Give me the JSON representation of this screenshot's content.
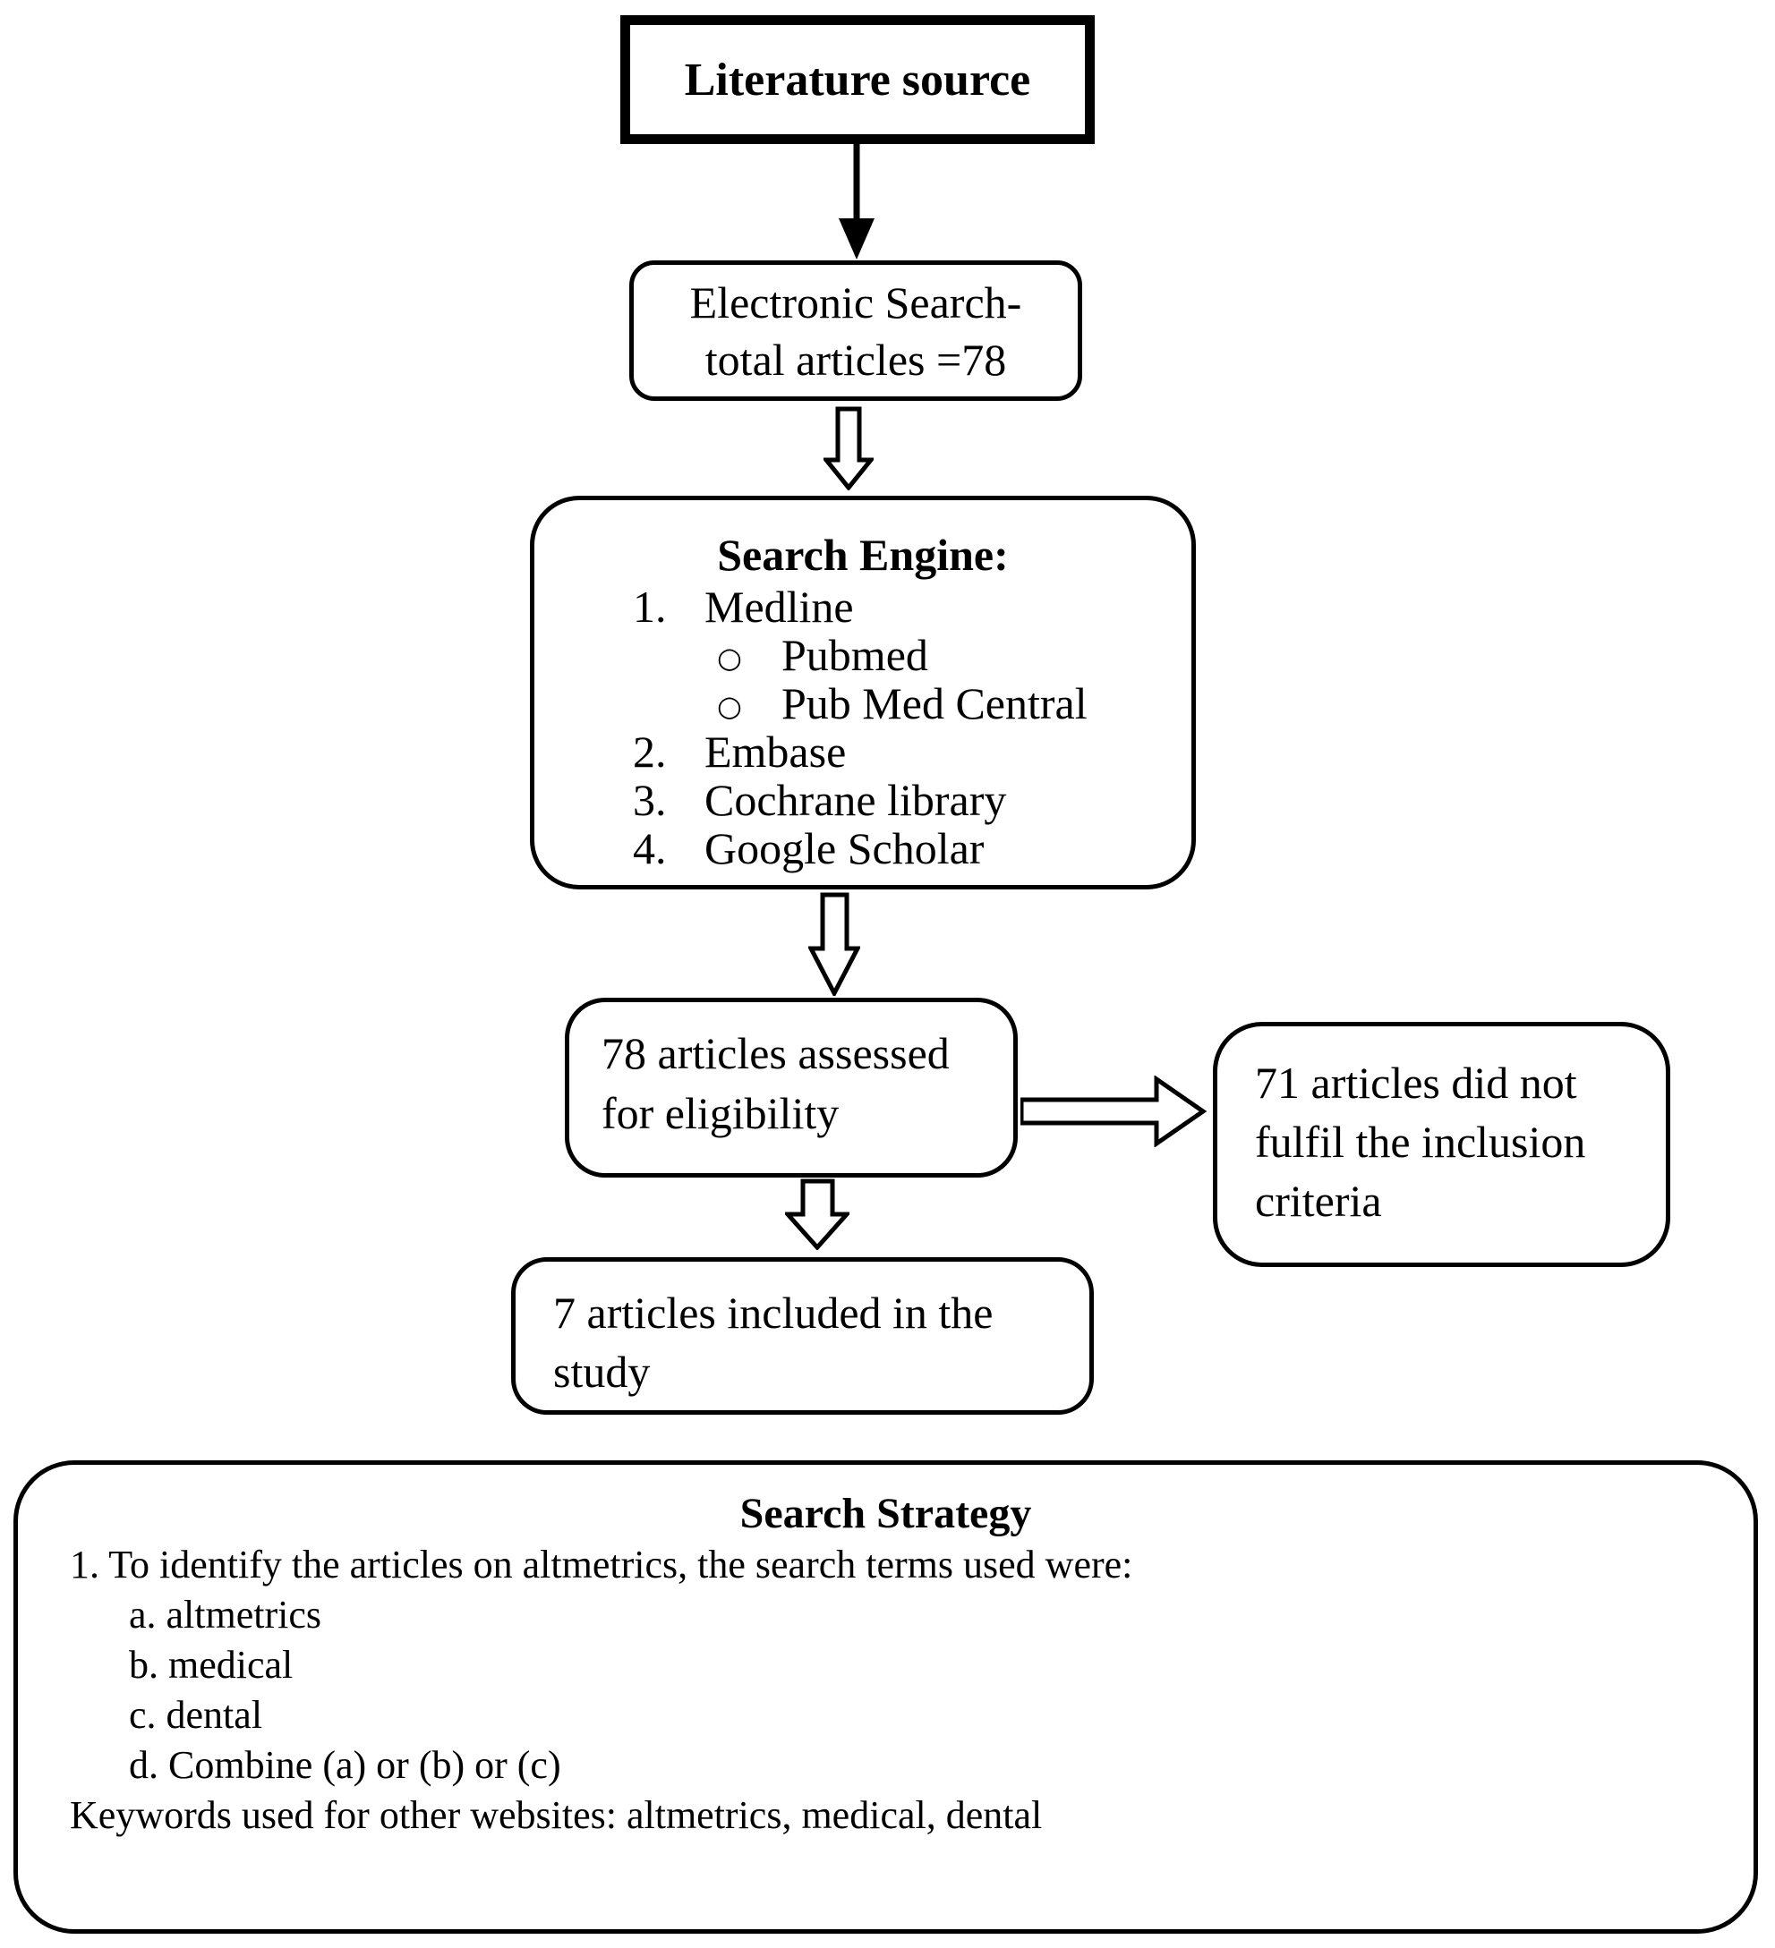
{
  "colors": {
    "ink": "#000000",
    "background": "#ffffff"
  },
  "diagram": {
    "literature_source": {
      "label": "Literature source"
    },
    "electronic_search": {
      "lines": [
        "Electronic Search-",
        "total articles =78"
      ]
    },
    "search_engine": {
      "title": "Search Engine:",
      "items": [
        {
          "marker": "1.",
          "label": "Medline"
        },
        {
          "marker": "○",
          "label": "Pubmed"
        },
        {
          "marker": "○",
          "label": "Pub Med Central"
        },
        {
          "marker": "2.",
          "label": "Embase"
        },
        {
          "marker": "3.",
          "label": "Cochrane library"
        },
        {
          "marker": "4.",
          "label": "Google Scholar"
        }
      ]
    },
    "assessed": {
      "lines": [
        "78 articles assessed",
        "for eligibility"
      ]
    },
    "excluded": {
      "lines": [
        "71 articles did not",
        "fulfil the inclusion",
        "criteria"
      ]
    },
    "included": {
      "lines": [
        "7 articles included in the",
        "study"
      ]
    },
    "search_strategy": {
      "title": "Search Strategy",
      "intro": "1. To identify the articles on altmetrics, the search terms used were:",
      "terms": [
        "a. altmetrics",
        "b. medical",
        "c. dental",
        "d. Combine (a) or (b) or (c)"
      ],
      "keywords_line": "Keywords used for other websites: altmetrics, medical, dental"
    }
  }
}
